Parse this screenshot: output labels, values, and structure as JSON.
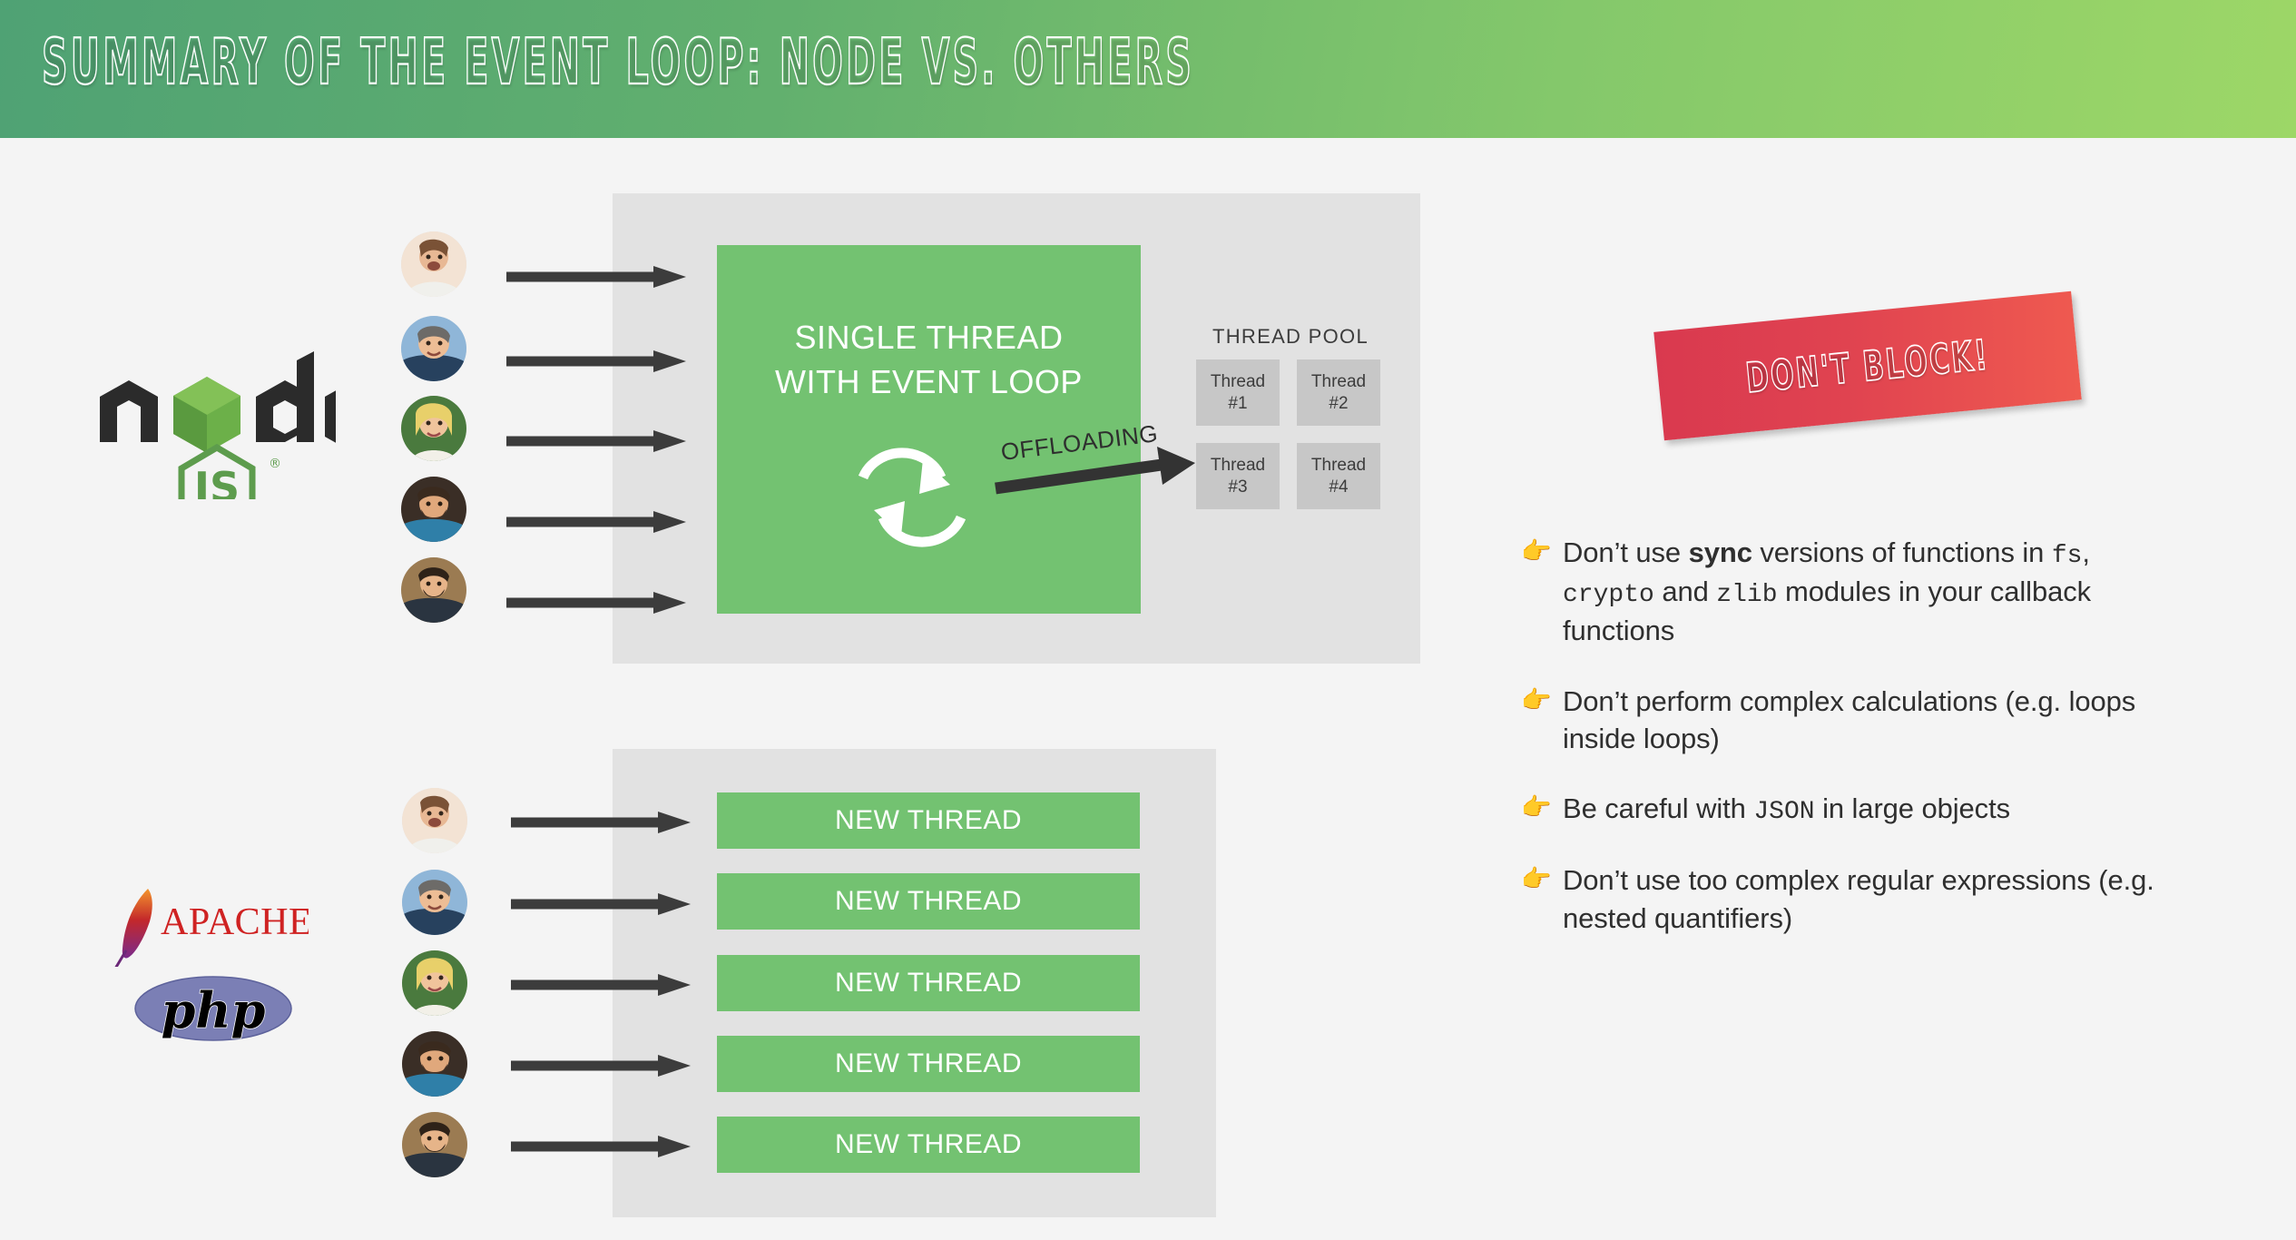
{
  "header": {
    "title": "SUMMARY OF THE EVENT LOOP: NODE VS. OTHERS",
    "gradient_from": "#4fa274",
    "gradient_to": "#9dd767"
  },
  "logos": {
    "node": {
      "name": "nodejs-logo",
      "wordmark": "node",
      "badge": "JS"
    },
    "apache": {
      "name": "apache-logo",
      "wordmark": "APACHE"
    },
    "php": {
      "name": "php-logo",
      "wordmark": "php"
    }
  },
  "node_diagram": {
    "panel_color": "#e2e2e2",
    "box_color": "#73c271",
    "single_thread_line1": "SINGLE THREAD",
    "single_thread_line2": "WITH EVENT LOOP",
    "offloading_label": "OFFLOADING",
    "thread_pool_title": "THREAD POOL",
    "threads": [
      {
        "line1": "Thread",
        "line2": "#1"
      },
      {
        "line1": "Thread",
        "line2": "#2"
      },
      {
        "line1": "Thread",
        "line2": "#3"
      },
      {
        "line1": "Thread",
        "line2": "#4"
      }
    ],
    "request_count": 5
  },
  "others_diagram": {
    "panel_color": "#e2e2e2",
    "bar_color": "#73c271",
    "bars": [
      "NEW THREAD",
      "NEW THREAD",
      "NEW THREAD",
      "NEW THREAD",
      "NEW THREAD"
    ],
    "request_count": 5
  },
  "banner": {
    "text": "DON'T BLOCK!",
    "color_from": "#d9394f",
    "color_to": "#ef5a50"
  },
  "tips": {
    "bullet_icon": "👉",
    "items": [
      {
        "id": "avoid-sync-apis",
        "parts": [
          {
            "t": "Don’t use ",
            "style": "normal"
          },
          {
            "t": "sync",
            "style": "bold-mono"
          },
          {
            "t": " versions of functions in ",
            "style": "normal"
          },
          {
            "t": "fs",
            "style": "mono"
          },
          {
            "t": ", ",
            "style": "normal"
          },
          {
            "t": "crypto",
            "style": "mono"
          },
          {
            "t": " and ",
            "style": "normal"
          },
          {
            "t": "zlib",
            "style": "mono"
          },
          {
            "t": " modules in your callback functions",
            "style": "normal"
          }
        ]
      },
      {
        "id": "avoid-complex-calculations",
        "parts": [
          {
            "t": "Don’t perform complex calculations (e.g. loops inside loops)",
            "style": "normal"
          }
        ]
      },
      {
        "id": "careful-with-json",
        "parts": [
          {
            "t": "Be careful with ",
            "style": "normal"
          },
          {
            "t": "JSON",
            "style": "mono"
          },
          {
            "t": " in large objects",
            "style": "normal"
          }
        ]
      },
      {
        "id": "avoid-complex-regex",
        "parts": [
          {
            "t": "Don’t use too complex regular expressions (e.g. nested quantifiers)",
            "style": "normal"
          }
        ]
      }
    ]
  }
}
